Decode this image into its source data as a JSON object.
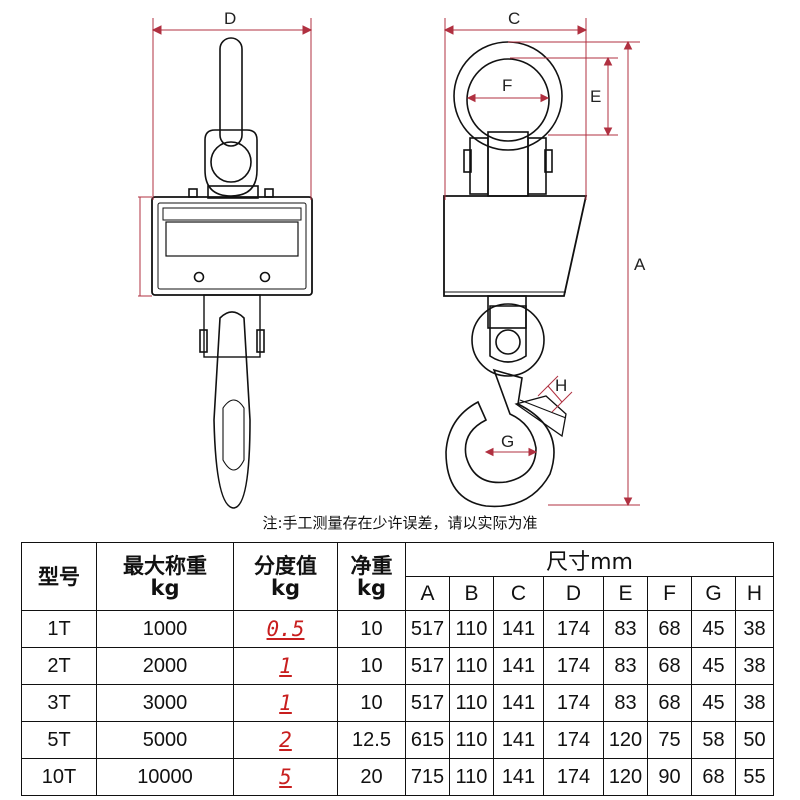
{
  "labels": {
    "dim_A": "A",
    "dim_C": "C",
    "dim_D": "D",
    "dim_E": "E",
    "dim_F": "F",
    "dim_G": "G",
    "dim_H": "H"
  },
  "note": "注:手工测量存在少许误差，请以实际为准",
  "colors": {
    "dimension_line": "#b03040",
    "outline": "#111111",
    "division_value": "#c81e1e"
  },
  "table": {
    "header": {
      "model": "型号",
      "max_capacity": "最大称重",
      "max_capacity_unit": "kg",
      "division": "分度值",
      "division_unit": "kg",
      "net_weight": "净重",
      "net_weight_unit": "kg",
      "dimensions": "尺寸mm",
      "dim_cols": [
        "A",
        "B",
        "C",
        "D",
        "E",
        "F",
        "G",
        "H"
      ]
    },
    "rows": [
      {
        "model": "1T",
        "capacity": "1000",
        "division": "0.5",
        "net": "10",
        "dims": [
          "517",
          "110",
          "141",
          "174",
          "83",
          "68",
          "45",
          "38"
        ]
      },
      {
        "model": "2T",
        "capacity": "2000",
        "division": "1",
        "net": "10",
        "dims": [
          "517",
          "110",
          "141",
          "174",
          "83",
          "68",
          "45",
          "38"
        ]
      },
      {
        "model": "3T",
        "capacity": "3000",
        "division": "1",
        "net": "10",
        "dims": [
          "517",
          "110",
          "141",
          "174",
          "83",
          "68",
          "45",
          "38"
        ]
      },
      {
        "model": "5T",
        "capacity": "5000",
        "division": "2",
        "net": "12.5",
        "dims": [
          "615",
          "110",
          "141",
          "174",
          "120",
          "75",
          "58",
          "50"
        ]
      },
      {
        "model": "10T",
        "capacity": "10000",
        "division": "5",
        "net": "20",
        "dims": [
          "715",
          "110",
          "141",
          "174",
          "120",
          "90",
          "68",
          "55"
        ]
      }
    ]
  }
}
